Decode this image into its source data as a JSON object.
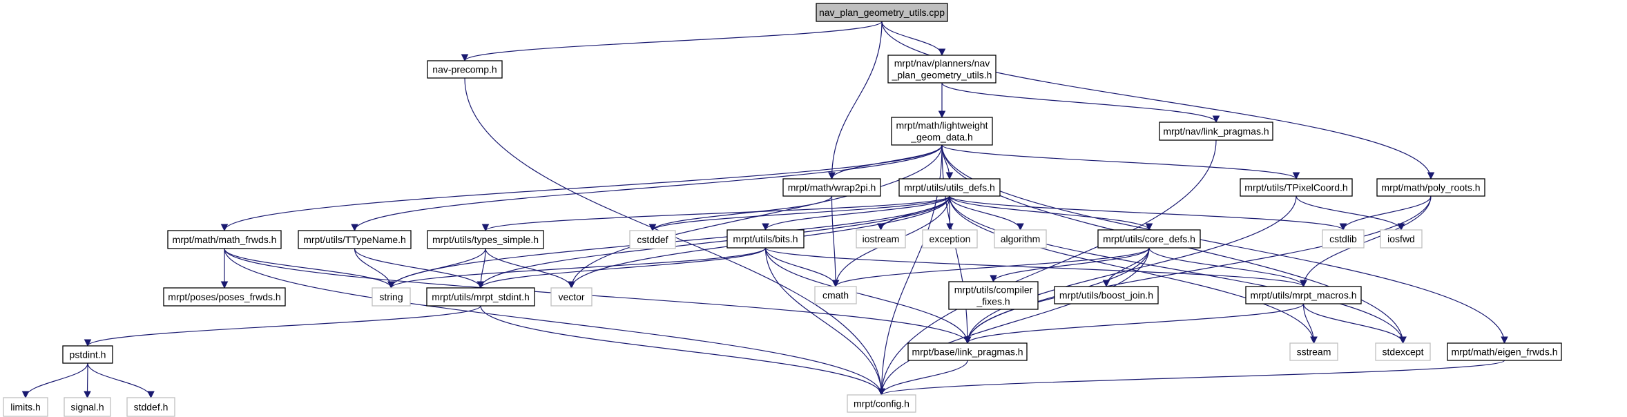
{
  "title": "nav_plan_geometry_utils.cpp",
  "colors": {
    "edge": "#191970",
    "root_fill": "#bfbfbf",
    "system_border": "#bfbfbf",
    "node_border": "#000000"
  },
  "nodes": [
    {
      "id": "root",
      "lines": [
        "nav_plan_geometry_utils.cpp"
      ],
      "kind": "root"
    },
    {
      "id": "navprecomp",
      "lines": [
        "nav-precomp.h"
      ],
      "kind": "file"
    },
    {
      "id": "npgu",
      "lines": [
        "mrpt/nav/planners/nav",
        "_plan_geometry_utils.h"
      ],
      "kind": "file"
    },
    {
      "id": "lwgd",
      "lines": [
        "mrpt/math/lightweight",
        "_geom_data.h"
      ],
      "kind": "file"
    },
    {
      "id": "navlp",
      "lines": [
        "mrpt/nav/link_pragmas.h"
      ],
      "kind": "file"
    },
    {
      "id": "wrap2pi",
      "lines": [
        "mrpt/math/wrap2pi.h"
      ],
      "kind": "file"
    },
    {
      "id": "utilsdefs",
      "lines": [
        "mrpt/utils/utils_defs.h"
      ],
      "kind": "file"
    },
    {
      "id": "tpixel",
      "lines": [
        "mrpt/utils/TPixelCoord.h"
      ],
      "kind": "file"
    },
    {
      "id": "polyroots",
      "lines": [
        "mrpt/math/poly_roots.h"
      ],
      "kind": "file"
    },
    {
      "id": "mathfrwds",
      "lines": [
        "mrpt/math/math_frwds.h"
      ],
      "kind": "file"
    },
    {
      "id": "ttypename",
      "lines": [
        "mrpt/utils/TTypeName.h"
      ],
      "kind": "file"
    },
    {
      "id": "typessimple",
      "lines": [
        "mrpt/utils/types_simple.h"
      ],
      "kind": "file"
    },
    {
      "id": "cstddef",
      "lines": [
        "cstddef"
      ],
      "kind": "sys"
    },
    {
      "id": "bits",
      "lines": [
        "mrpt/utils/bits.h"
      ],
      "kind": "file"
    },
    {
      "id": "iostream",
      "lines": [
        "iostream"
      ],
      "kind": "sys"
    },
    {
      "id": "exception",
      "lines": [
        "exception"
      ],
      "kind": "sys"
    },
    {
      "id": "algorithm",
      "lines": [
        "algorithm"
      ],
      "kind": "sys"
    },
    {
      "id": "coredefs",
      "lines": [
        "mrpt/utils/core_defs.h"
      ],
      "kind": "file"
    },
    {
      "id": "cstdlib",
      "lines": [
        "cstdlib"
      ],
      "kind": "sys"
    },
    {
      "id": "iosfwd",
      "lines": [
        "iosfwd"
      ],
      "kind": "sys"
    },
    {
      "id": "posesfrwds",
      "lines": [
        "mrpt/poses/poses_frwds.h"
      ],
      "kind": "file"
    },
    {
      "id": "string",
      "lines": [
        "string"
      ],
      "kind": "sys"
    },
    {
      "id": "stdint",
      "lines": [
        "mrpt/utils/mrpt_stdint.h"
      ],
      "kind": "file"
    },
    {
      "id": "vector",
      "lines": [
        "vector"
      ],
      "kind": "sys"
    },
    {
      "id": "cmath",
      "lines": [
        "cmath"
      ],
      "kind": "sys"
    },
    {
      "id": "compfixes",
      "lines": [
        "mrpt/utils/compiler",
        "_fixes.h"
      ],
      "kind": "file"
    },
    {
      "id": "boostjoin",
      "lines": [
        "mrpt/utils/boost_join.h"
      ],
      "kind": "file"
    },
    {
      "id": "macros",
      "lines": [
        "mrpt/utils/mrpt_macros.h"
      ],
      "kind": "file"
    },
    {
      "id": "pstdint",
      "lines": [
        "pstdint.h"
      ],
      "kind": "file"
    },
    {
      "id": "baselp",
      "lines": [
        "mrpt/base/link_pragmas.h"
      ],
      "kind": "file"
    },
    {
      "id": "sstream",
      "lines": [
        "sstream"
      ],
      "kind": "sys"
    },
    {
      "id": "stdexcept",
      "lines": [
        "stdexcept"
      ],
      "kind": "sys"
    },
    {
      "id": "eigenfrwds",
      "lines": [
        "mrpt/math/eigen_frwds.h"
      ],
      "kind": "file"
    },
    {
      "id": "limits",
      "lines": [
        "limits.h"
      ],
      "kind": "sys"
    },
    {
      "id": "signal",
      "lines": [
        "signal.h"
      ],
      "kind": "sys"
    },
    {
      "id": "stddef",
      "lines": [
        "stddef.h"
      ],
      "kind": "sys"
    },
    {
      "id": "config",
      "lines": [
        "mrpt/config.h"
      ],
      "kind": "sys"
    }
  ],
  "edges": [
    [
      "root",
      "navprecomp"
    ],
    [
      "root",
      "npgu"
    ],
    [
      "root",
      "wrap2pi"
    ],
    [
      "root",
      "polyroots"
    ],
    [
      "navprecomp",
      "config"
    ],
    [
      "npgu",
      "lwgd"
    ],
    [
      "npgu",
      "navlp"
    ],
    [
      "navlp",
      "config"
    ],
    [
      "lwgd",
      "mathfrwds"
    ],
    [
      "lwgd",
      "ttypename"
    ],
    [
      "lwgd",
      "vector"
    ],
    [
      "lwgd",
      "baselp"
    ],
    [
      "lwgd",
      "wrap2pi"
    ],
    [
      "lwgd",
      "utilsdefs"
    ],
    [
      "lwgd",
      "tpixel"
    ],
    [
      "lwgd",
      "stdexcept"
    ],
    [
      "lwgd",
      "eigenfrwds"
    ],
    [
      "lwgd",
      "config"
    ],
    [
      "wrap2pi",
      "cstddef"
    ],
    [
      "wrap2pi",
      "cmath"
    ],
    [
      "utilsdefs",
      "typessimple"
    ],
    [
      "utilsdefs",
      "bits"
    ],
    [
      "utilsdefs",
      "iostream"
    ],
    [
      "utilsdefs",
      "exception"
    ],
    [
      "utilsdefs",
      "algorithm"
    ],
    [
      "utilsdefs",
      "coredefs"
    ],
    [
      "utilsdefs",
      "cstdlib"
    ],
    [
      "utilsdefs",
      "sstream"
    ],
    [
      "utilsdefs",
      "stdexcept"
    ],
    [
      "utilsdefs",
      "vector"
    ],
    [
      "utilsdefs",
      "string"
    ],
    [
      "utilsdefs",
      "stdint"
    ],
    [
      "utilsdefs",
      "cmath"
    ],
    [
      "utilsdefs",
      "cstddef"
    ],
    [
      "tpixel",
      "iosfwd"
    ],
    [
      "tpixel",
      "baselp"
    ],
    [
      "polyroots",
      "cstdlib"
    ],
    [
      "polyroots",
      "macros"
    ],
    [
      "polyroots",
      "baselp"
    ],
    [
      "mathfrwds",
      "posesfrwds"
    ],
    [
      "mathfrwds",
      "string"
    ],
    [
      "mathfrwds",
      "baselp"
    ],
    [
      "mathfrwds",
      "config"
    ],
    [
      "ttypename",
      "string"
    ],
    [
      "ttypename",
      "stdint"
    ],
    [
      "typessimple",
      "string"
    ],
    [
      "typessimple",
      "stdint"
    ],
    [
      "typessimple",
      "vector"
    ],
    [
      "bits",
      "string"
    ],
    [
      "bits",
      "stdint"
    ],
    [
      "bits",
      "cmath"
    ],
    [
      "bits",
      "baselp"
    ],
    [
      "bits",
      "config"
    ],
    [
      "bits",
      "macros"
    ],
    [
      "coredefs",
      "cmath"
    ],
    [
      "coredefs",
      "compfixes"
    ],
    [
      "coredefs",
      "boostjoin"
    ],
    [
      "coredefs",
      "macros"
    ],
    [
      "coredefs",
      "config"
    ],
    [
      "coredefs",
      "baselp"
    ],
    [
      "stdint",
      "pstdint"
    ],
    [
      "stdint",
      "config"
    ],
    [
      "pstdint",
      "limits"
    ],
    [
      "pstdint",
      "signal"
    ],
    [
      "pstdint",
      "stddef"
    ],
    [
      "macros",
      "baselp"
    ],
    [
      "macros",
      "sstream"
    ],
    [
      "macros",
      "stdexcept"
    ],
    [
      "baselp",
      "config"
    ],
    [
      "eigenfrwds",
      "config"
    ]
  ]
}
